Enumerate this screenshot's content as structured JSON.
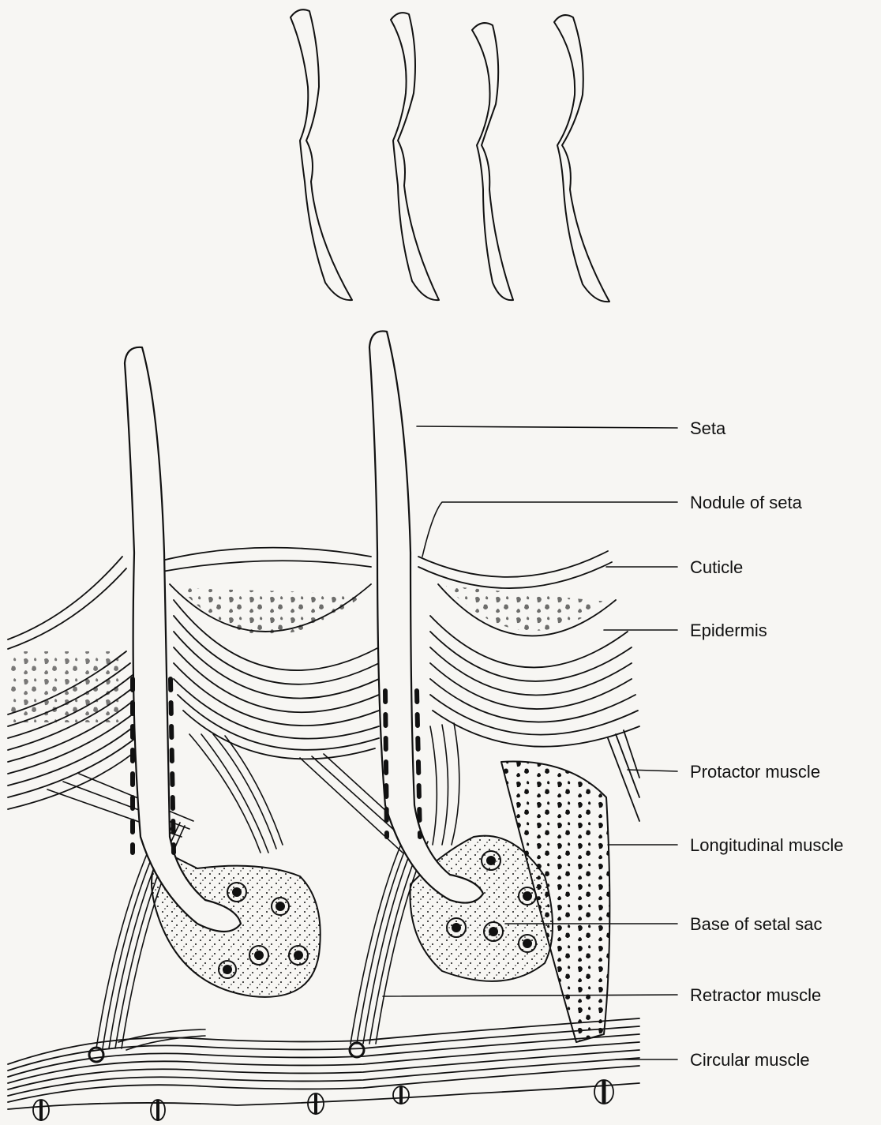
{
  "labels": {
    "seta": "Seta",
    "nodule_of_seta": "Nodule of seta",
    "cuticle": "Cuticle",
    "epidermis": "Epidermis",
    "protactor_muscle": "Protactor muscle",
    "longitudinal_muscle": "Longitudinal muscle",
    "base_of_setal_sac": "Base of setal sac",
    "retractor_muscle": "Retractor muscle",
    "circular_muscle": "Circular muscle"
  },
  "colors": {
    "ink": "#111111",
    "paper": "#f7f6f3"
  }
}
